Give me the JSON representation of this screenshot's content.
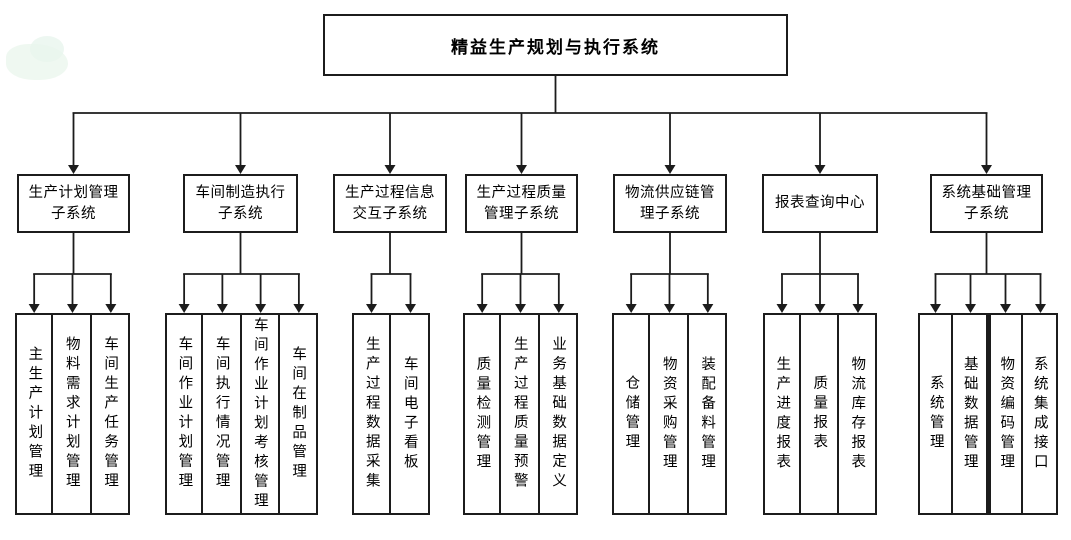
{
  "diagram": {
    "root": "精益生产规划与执行系统",
    "subsystems": [
      {
        "label": "生产计划管理\n子系统",
        "leaves": [
          "主生产计划管理",
          "物料需求计划管理",
          "车间生产任务管理"
        ]
      },
      {
        "label": "车间制造执行\n子系统",
        "leaves": [
          "车间作业计划管理",
          "车间执行情况管理",
          "车间作业计划考核管理",
          "车间在制品管理"
        ]
      },
      {
        "label": "生产过程信息\n交互子系统",
        "leaves": [
          "生产过程数据采集",
          "车间电子看板"
        ]
      },
      {
        "label": "生产过程质量\n管理子系统",
        "leaves": [
          "质量检测管理",
          "生产过程质量预警",
          "业务基础数据定义"
        ]
      },
      {
        "label": "物流供应链管\n理子系统",
        "leaves": [
          "仓储管理",
          "物资采购管理",
          "装配备料管理"
        ]
      },
      {
        "label": "报表查询中心",
        "leaves": [
          "生产进度报表",
          "质量报表",
          "物流库存报表"
        ]
      },
      {
        "label": "系统基础管理\n子系统",
        "leaves": [
          "系统管理",
          "基础数据管理",
          "物资编码管理",
          "系统集成接口"
        ]
      }
    ],
    "line_color": "#1c1c1c"
  }
}
